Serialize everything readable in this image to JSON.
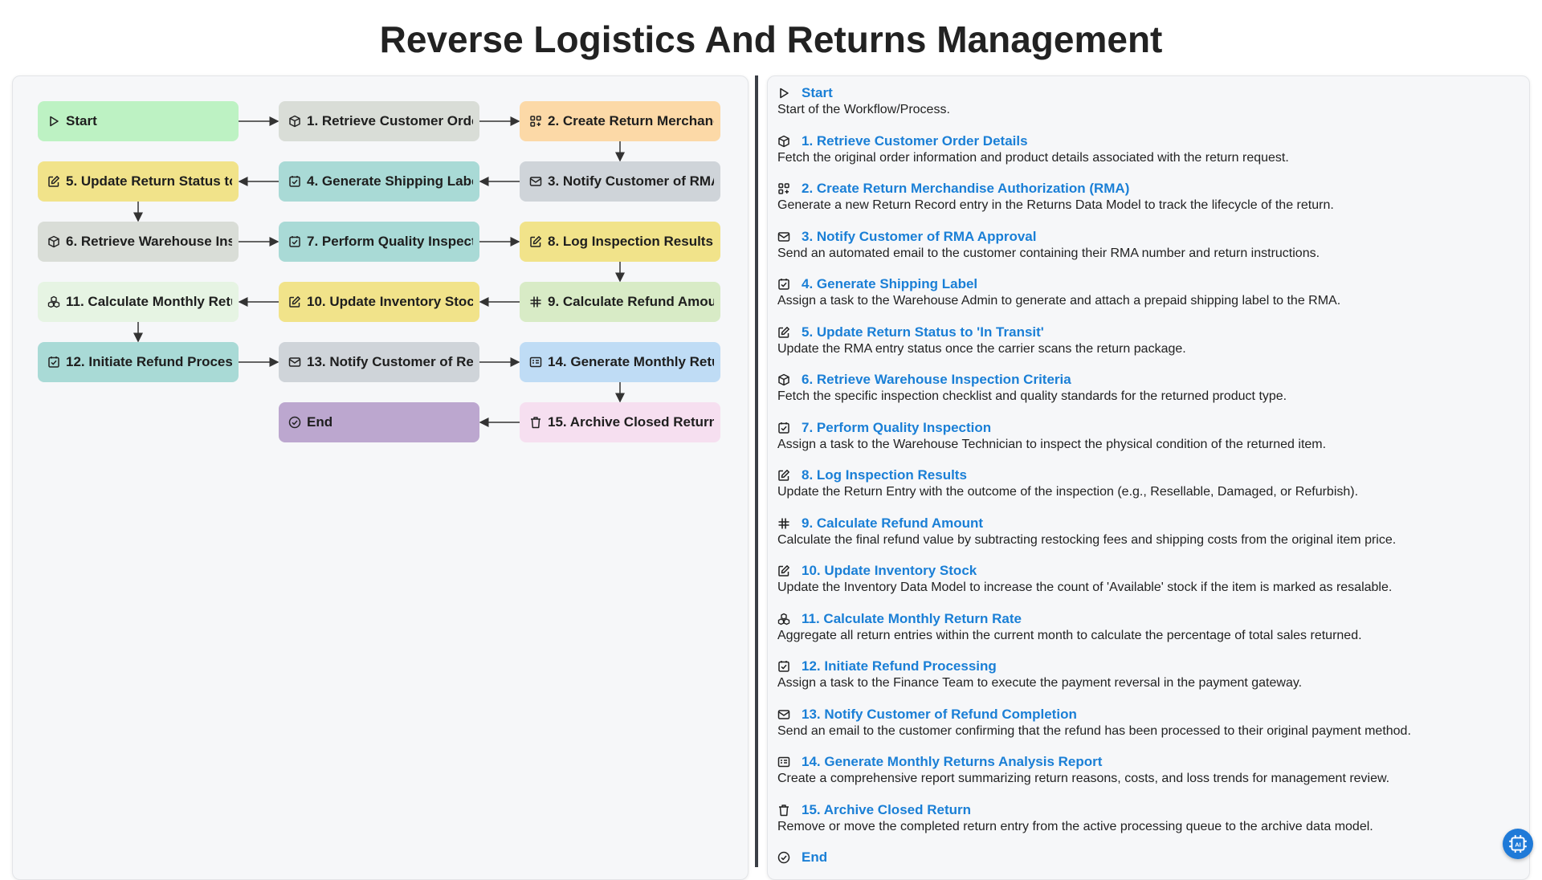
{
  "title": "Reverse Logistics And Returns Management",
  "nodes": [
    {
      "label": "Start",
      "icon": "play-icon",
      "color": "#bdf2c3"
    },
    {
      "label": "1. Retrieve Customer Order Details",
      "icon": "cube-icon",
      "color": "#d9ddd7"
    },
    {
      "label": "2. Create Return Merchandise Authorization (RMA)",
      "icon": "grid-plus-icon",
      "color": "#fcd9a7"
    },
    {
      "label": "3. Notify Customer of RMA Approval",
      "icon": "mail-icon",
      "color": "#cfd4d9"
    },
    {
      "label": "4. Generate Shipping Label",
      "icon": "checkbox-icon",
      "color": "#a9dad6"
    },
    {
      "label": "5. Update Return Status to 'In Transit'",
      "icon": "edit-icon",
      "color": "#f1e38a"
    },
    {
      "label": "6. Retrieve Warehouse Inspection Criteria",
      "icon": "cube-icon",
      "color": "#d9ddd7"
    },
    {
      "label": "7. Perform Quality Inspection",
      "icon": "checkbox-icon",
      "color": "#a9dad6"
    },
    {
      "label": "8. Log Inspection Results",
      "icon": "edit-icon",
      "color": "#f1e38a"
    },
    {
      "label": "9. Calculate Refund Amount",
      "icon": "hash-icon",
      "color": "#d8ebc6"
    },
    {
      "label": "10. Update Inventory Stock",
      "icon": "edit-icon",
      "color": "#f1e38a"
    },
    {
      "label": "11. Calculate Monthly Return Rate",
      "icon": "blocks-icon",
      "color": "#e6f4e3"
    },
    {
      "label": "12. Initiate Refund Processing",
      "icon": "checkbox-icon",
      "color": "#a9dad6"
    },
    {
      "label": "13. Notify Customer of Refund Completion",
      "icon": "mail-icon",
      "color": "#cfd4d9"
    },
    {
      "label": "14. Generate Monthly Returns Analysis Report",
      "icon": "report-icon",
      "color": "#bfdcf5"
    },
    {
      "label": "15. Archive Closed Return",
      "icon": "trash-icon",
      "color": "#f6dff0"
    },
    {
      "label": "End",
      "icon": "check-circle-icon",
      "color": "#bca7cf"
    }
  ],
  "steps": [
    {
      "title": "Start",
      "icon": "play-icon",
      "desc": "Start of the Workflow/Process."
    },
    {
      "title": "1. Retrieve Customer Order Details",
      "icon": "cube-icon",
      "desc": "Fetch the original order information and product details associated with the return request."
    },
    {
      "title": "2. Create Return Merchandise Authorization (RMA)",
      "icon": "grid-plus-icon",
      "desc": "Generate a new Return Record entry in the Returns Data Model to track the lifecycle of the return."
    },
    {
      "title": "3. Notify Customer of RMA Approval",
      "icon": "mail-icon",
      "desc": "Send an automated email to the customer containing their RMA number and return instructions."
    },
    {
      "title": "4. Generate Shipping Label",
      "icon": "checkbox-icon",
      "desc": "Assign a task to the Warehouse Admin to generate and attach a prepaid shipping label to the RMA."
    },
    {
      "title": "5. Update Return Status to 'In Transit'",
      "icon": "edit-icon",
      "desc": "Update the RMA entry status once the carrier scans the return package."
    },
    {
      "title": "6. Retrieve Warehouse Inspection Criteria",
      "icon": "cube-icon",
      "desc": "Fetch the specific inspection checklist and quality standards for the returned product type."
    },
    {
      "title": "7. Perform Quality Inspection",
      "icon": "checkbox-icon",
      "desc": "Assign a task to the Warehouse Technician to inspect the physical condition of the returned item."
    },
    {
      "title": "8. Log Inspection Results",
      "icon": "edit-icon",
      "desc": "Update the Return Entry with the outcome of the inspection (e.g., Resellable, Damaged, or Refurbish)."
    },
    {
      "title": "9. Calculate Refund Amount",
      "icon": "hash-icon",
      "desc": "Calculate the final refund value by subtracting restocking fees and shipping costs from the original item price."
    },
    {
      "title": "10. Update Inventory Stock",
      "icon": "edit-icon",
      "desc": "Update the Inventory Data Model to increase the count of 'Available' stock if the item is marked as resalable."
    },
    {
      "title": "11. Calculate Monthly Return Rate",
      "icon": "blocks-icon",
      "desc": "Aggregate all return entries within the current month to calculate the percentage of total sales returned."
    },
    {
      "title": "12. Initiate Refund Processing",
      "icon": "checkbox-icon",
      "desc": "Assign a task to the Finance Team to execute the payment reversal in the payment gateway."
    },
    {
      "title": "13. Notify Customer of Refund Completion",
      "icon": "mail-icon",
      "desc": "Send an email to the customer confirming that the refund has been processed to their original payment method."
    },
    {
      "title": "14. Generate Monthly Returns Analysis Report",
      "icon": "report-icon",
      "desc": "Create a comprehensive report summarizing return reasons, costs, and loss trends for management review."
    },
    {
      "title": "15. Archive Closed Return",
      "icon": "trash-icon",
      "desc": "Remove or move the completed return entry from the active processing queue to the archive data model."
    },
    {
      "title": "End",
      "icon": "check-circle-icon",
      "desc": ""
    }
  ],
  "fab_icon": "ai-chip-icon",
  "colors": {
    "link": "#1a7fd6",
    "divider": "#3b3f46",
    "fab": "#1f7ad8"
  }
}
